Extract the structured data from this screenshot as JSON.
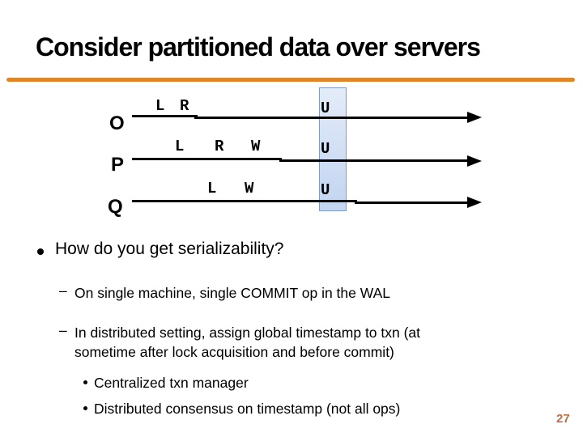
{
  "slide": {
    "title": "Consider partitioned data over servers",
    "page_number": "27",
    "accent_color": "#E0862A",
    "page_number_color": "#BE6E41"
  },
  "diagram": {
    "commit_box": {
      "fill_top": "#E4ECF9",
      "fill_bottom": "#C3D5F1",
      "border_color": "#7E9CC8"
    },
    "timelines": [
      {
        "server": "O",
        "events": [
          "L",
          "R"
        ],
        "commit_label": "U"
      },
      {
        "server": "P",
        "events": [
          "L",
          "R",
          "W"
        ],
        "commit_label": "U"
      },
      {
        "server": "Q",
        "events": [
          "L",
          "W"
        ],
        "commit_label": "U"
      }
    ]
  },
  "content": {
    "main_bullet": "How do you get serializability?",
    "sub_bullets": [
      {
        "marker": "–",
        "lines": [
          "On single machine, single COMMIT op in the WAL"
        ]
      },
      {
        "marker": "–",
        "lines": [
          "In distributed setting, assign global timestamp to txn (at",
          "sometime after lock acquisition and before commit)"
        ]
      }
    ],
    "sub_sub_bullets": [
      "Centralized txn manager",
      "Distributed consensus on timestamp (not all ops)"
    ]
  }
}
